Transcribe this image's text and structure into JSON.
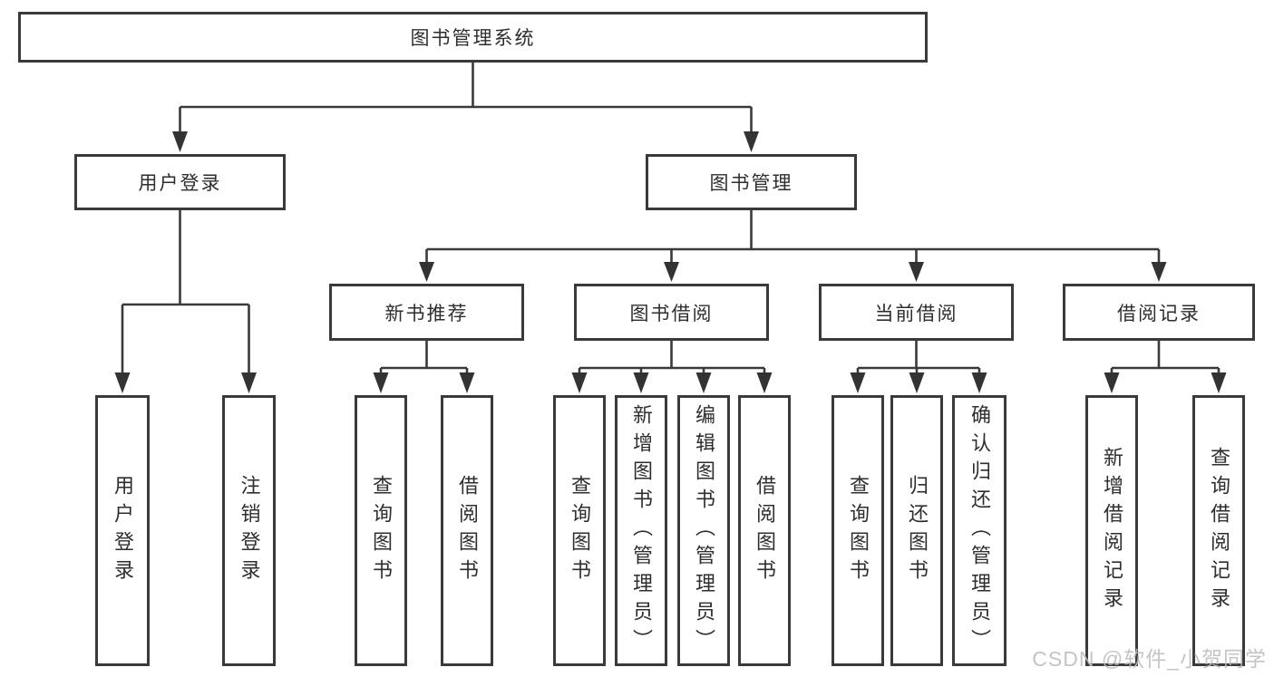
{
  "tree": {
    "root": {
      "label": "图书管理系统"
    },
    "branches": [
      {
        "label": "用户登录",
        "children": [
          {
            "label": "用户登录"
          },
          {
            "label": "注销登录"
          }
        ]
      },
      {
        "label": "图书管理",
        "children": [
          {
            "label": "新书推荐",
            "children": [
              {
                "label": "查询图书"
              },
              {
                "label": "借阅图书"
              }
            ]
          },
          {
            "label": "图书借阅",
            "children": [
              {
                "label": "查询图书"
              },
              {
                "label": "新增图书（管理员）"
              },
              {
                "label": "编辑图书（管理员）"
              },
              {
                "label": "借阅图书"
              }
            ]
          },
          {
            "label": "当前借阅",
            "children": [
              {
                "label": "查询图书"
              },
              {
                "label": "归还图书"
              },
              {
                "label": "确认归还（管理员）"
              }
            ]
          },
          {
            "label": "借阅记录",
            "children": [
              {
                "label": "新增借阅记录"
              },
              {
                "label": "查询借阅记录"
              }
            ]
          }
        ]
      }
    ]
  },
  "watermark": {
    "text": "CSDN @软件_小贺同学"
  },
  "colors": {
    "line": "#3a3a3a",
    "box_border": "#3a3a3a",
    "text": "#2e2e2e",
    "watermark": "#bcbcbc",
    "background": "#ffffff"
  }
}
